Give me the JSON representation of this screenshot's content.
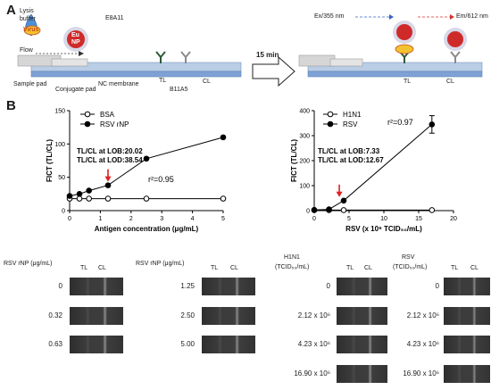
{
  "panel_a": {
    "letter": "A",
    "labels": {
      "lysis_buffer": "Lysis\nbuffer",
      "virus": "Virus",
      "eu": "Eu",
      "np": "NP",
      "e8a11": "E8A11",
      "flow": "Flow",
      "sample_pad": "Sample pad",
      "conjugate_pad": "Conjugate pad",
      "nc_membrane": "NC membrane",
      "tl": "TL",
      "b11a5": "B11A5",
      "cl": "CL",
      "time": "15 min",
      "ex": "Ex/355 nm",
      "em": "Em/612 nm"
    }
  },
  "panel_b": {
    "letter": "B"
  },
  "chart_data": [
    {
      "type": "line",
      "x_label": "Antigen concentration (μg/mL)",
      "y_label": "FICT (TL/CL)",
      "xlim": [
        0,
        5
      ],
      "ylim": [
        0,
        150
      ],
      "x_ticks": [
        "0",
        "1",
        "2",
        "3",
        "4",
        "5"
      ],
      "y_ticks": [
        "0",
        "50",
        "100",
        "150"
      ],
      "series": [
        {
          "name": "BSA",
          "marker": "open-circle",
          "x": [
            0,
            0.32,
            0.63,
            1.25,
            2.5,
            5.0
          ],
          "y": [
            18,
            18,
            18,
            18,
            18,
            18
          ]
        },
        {
          "name": "RSV rNP",
          "marker": "filled-circle",
          "x": [
            0,
            0.32,
            0.63,
            1.25,
            2.5,
            5.0
          ],
          "y": [
            22,
            25,
            30,
            38,
            78,
            110
          ]
        }
      ],
      "annotations": [
        "TL/CL at LOB:20.02",
        "TL/CL at LOD:38.54",
        "r²=0.95"
      ],
      "arrow_x": 1.25
    },
    {
      "type": "line",
      "x_label": "RSV (x 10⁶ TCID₅₀/mL)",
      "y_label": "FICT (TL/CL)",
      "xlim": [
        0,
        20
      ],
      "ylim": [
        0,
        400
      ],
      "x_ticks": [
        "0",
        "5",
        "10",
        "15",
        "20"
      ],
      "y_ticks": [
        "0",
        "100",
        "200",
        "300",
        "400"
      ],
      "series": [
        {
          "name": "H1N1",
          "marker": "open-circle",
          "x": [
            0,
            2.12,
            4.23,
            16.9
          ],
          "y": [
            2,
            2,
            2,
            2
          ]
        },
        {
          "name": "RSV",
          "marker": "filled-circle",
          "x": [
            0,
            2.12,
            4.23,
            16.9
          ],
          "y": [
            3,
            5,
            40,
            345
          ],
          "err": [
            0,
            0,
            0,
            35
          ]
        }
      ],
      "annotations": [
        "TL/CL at LOB:7.33",
        "TL/CL at LOD:12.67",
        "r²=0.97"
      ],
      "arrow_x": 3.6
    }
  ],
  "strips": {
    "rsv_rnp_header": "RSV rNP (μg/mL)",
    "h1n1_header": "H1N1",
    "rsv_header": "RSV",
    "tcid_unit": "(TCID₅₀/mL)",
    "tl": "TL",
    "cl": "CL",
    "rnp_col1": [
      "0",
      "0.32",
      "0.63"
    ],
    "rnp_col2": [
      "1.25",
      "2.50",
      "5.00"
    ],
    "virus_rows": [
      "0",
      "2.12 x 10⁶",
      "4.23 x 10⁶",
      "16.90 x 10⁶"
    ]
  }
}
